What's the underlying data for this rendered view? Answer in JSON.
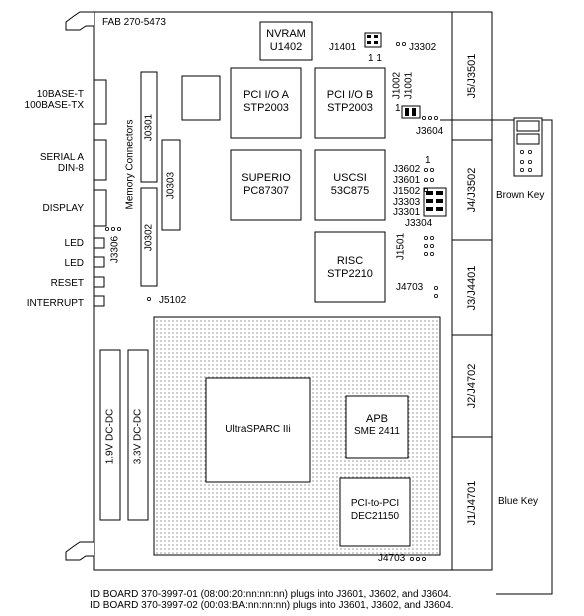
{
  "board": {
    "fab": "FAB 270-5473"
  },
  "front_panel": {
    "ethernet": [
      "10BASE-T",
      "100BASE-TX"
    ],
    "serial": [
      "SERIAL A",
      "DIN-8"
    ],
    "display": "DISPLAY",
    "led1": "LED",
    "led2": "LED",
    "reset": "RESET",
    "interrupt": "INTERRUPT"
  },
  "chips": {
    "nvram": [
      "NVRAM",
      "U1402"
    ],
    "pci_io_a": [
      "PCI I/O A",
      "STP2003"
    ],
    "pci_io_b": [
      "PCI I/O B",
      "STP2003"
    ],
    "superio": [
      "SUPERIO",
      "PC87307"
    ],
    "uscsi": [
      "USCSI",
      "53C875"
    ],
    "risc": [
      "RISC",
      "STP2210"
    ],
    "cpu": "UltraSPARC IIi",
    "apb": [
      "APB",
      "SME 2411"
    ],
    "pci_bridge": [
      "PCI-to-PCI",
      "DEC21150"
    ]
  },
  "memory": {
    "label": "Memory Connectors",
    "j0301": "J0301",
    "j0302": "J0302",
    "j0303": "J0303"
  },
  "power": {
    "v19": "1.9V DC-DC",
    "v33": "3.3V DC-DC"
  },
  "jumpers": {
    "j1401": "J1401",
    "j3302": "J3302",
    "j1002": "J1002",
    "j1001": "J1001",
    "j3604": "J3604",
    "j3602": "J3602",
    "j3601": "J3601",
    "j1502": "J1502",
    "j3303": "J3303",
    "j3301": "J3301",
    "j3304": "J3304",
    "j1501": "J1501",
    "j4703_top": "J4703",
    "j4703_bottom": "J4703",
    "j3306": "J3306",
    "j5102": "J5102",
    "pin1": "1",
    "pin1b": "1  1",
    "pin1c": "1"
  },
  "connectors": [
    "J5/J3501",
    "J4/J3502",
    "J3/J4401",
    "J2/J4702",
    "J1/J4701"
  ],
  "keys": {
    "brown": "Brown Key",
    "blue": "Blue Key"
  },
  "notes": [
    "ID BOARD 370-3997-01 (08:00:20:nn:nn:nn) plugs into J3601, J3602, and J3604.",
    "ID BOARD 370-3997-02 (00:03:BA:nn:nn:nn) plugs into J3601, J3602, and J3604."
  ]
}
